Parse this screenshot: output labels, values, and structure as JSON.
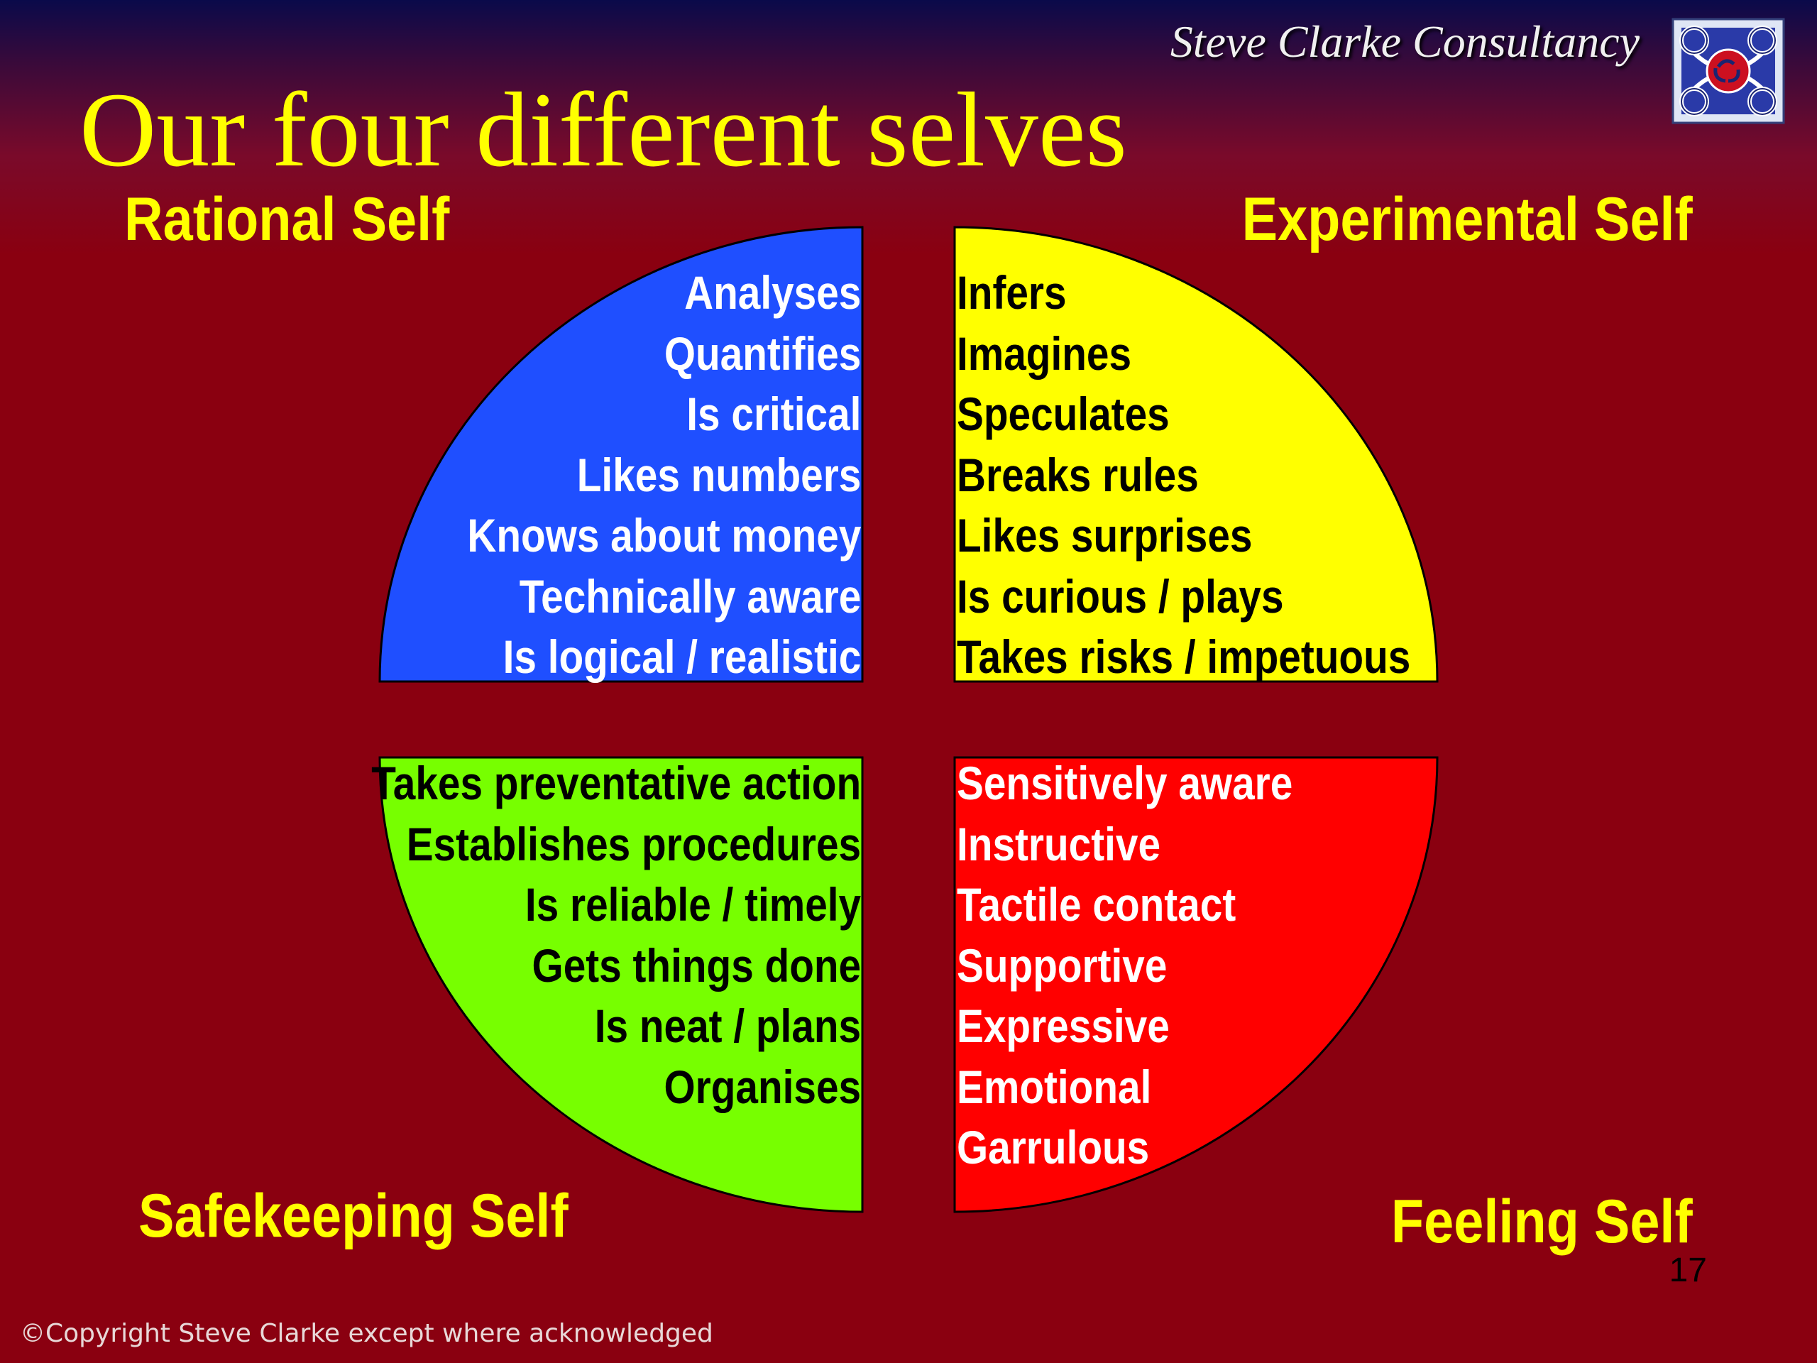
{
  "header": {
    "brand": "Steve Clarke Consultancy",
    "logo_icon": "celtic-knot-triskele-logo-icon"
  },
  "title": "Our four different selves",
  "colors": {
    "rational": "#1f4fff",
    "experimental": "#ffff00",
    "safekeeping": "#77ff00",
    "feeling": "#ff0000",
    "label": "#ffff00",
    "background": "#8a0010"
  },
  "quadrants": {
    "rational": {
      "label": "Rational Self",
      "items": [
        "Analyses",
        "Quantifies",
        "Is critical",
        "Likes numbers",
        "Knows about money",
        "Technically aware",
        "Is logical / realistic"
      ]
    },
    "experimental": {
      "label": "Experimental Self",
      "items": [
        "Infers",
        "Imagines",
        "Speculates",
        "Breaks rules",
        "Likes surprises",
        "Is curious / plays",
        "Takes risks / impetuous"
      ]
    },
    "safekeeping": {
      "label": "Safekeeping Self",
      "items": [
        "Takes preventative action",
        "Establishes procedures",
        "Is reliable / timely",
        "Gets things done",
        "Is neat / plans",
        "Organises"
      ]
    },
    "feeling": {
      "label": "Feeling Self",
      "items": [
        "Sensitively aware",
        "Instructive",
        "Tactile contact",
        "Supportive",
        "Expressive",
        "Emotional",
        "Garrulous"
      ]
    }
  },
  "footer": {
    "page_number": "17",
    "copyright": "©Copyright Steve Clarke except where acknowledged"
  }
}
